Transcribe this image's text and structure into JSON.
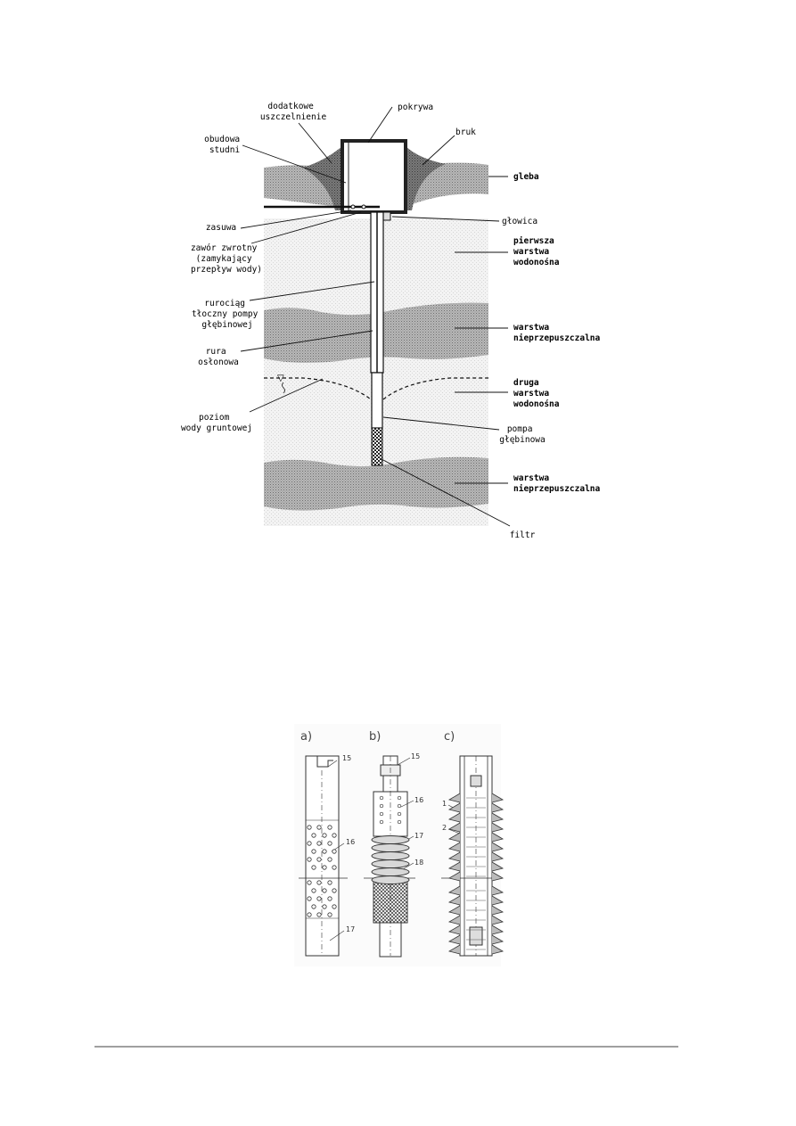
{
  "well_diagram": {
    "labels": {
      "dodatkowe": [
        "dodatkowe",
        "uszczelnienie"
      ],
      "pokrywa": [
        "pokrywa"
      ],
      "bruk": [
        "bruk"
      ],
      "obudowa": [
        "obudowa",
        "studni"
      ],
      "gleba": [
        "gleba"
      ],
      "zasuwa": [
        "zasuwa"
      ],
      "glowica": [
        "głowica"
      ],
      "zawor": [
        "zawór zwrotny",
        "(zamykający",
        "przepływ wody)"
      ],
      "pierwsza": [
        "pierwsza",
        "warstwa",
        "wodonośna"
      ],
      "rurociag": [
        "rurociąg",
        "tłoczny pompy",
        "głębinowej"
      ],
      "niep1": [
        "warstwa",
        "nieprzepuszczalna"
      ],
      "rura": [
        "rura",
        "osłonowa"
      ],
      "druga": [
        "druga",
        "warstwa",
        "wodonośna"
      ],
      "poziom": [
        "poziom",
        "wody gruntowej"
      ],
      "pompa": [
        "pompa",
        "głębinowa"
      ],
      "niep2": [
        "warstwa",
        "nieprzepuszczalna"
      ],
      "filtr": [
        "filtr"
      ]
    }
  },
  "filters_figure": {
    "panel_labels": [
      "a)",
      "b)",
      "c)"
    ],
    "part_numbers": {
      "a": [
        "15",
        "16",
        "17"
      ],
      "b": [
        "15",
        "16",
        "17",
        "18"
      ],
      "c": [
        "1",
        "2"
      ]
    }
  }
}
